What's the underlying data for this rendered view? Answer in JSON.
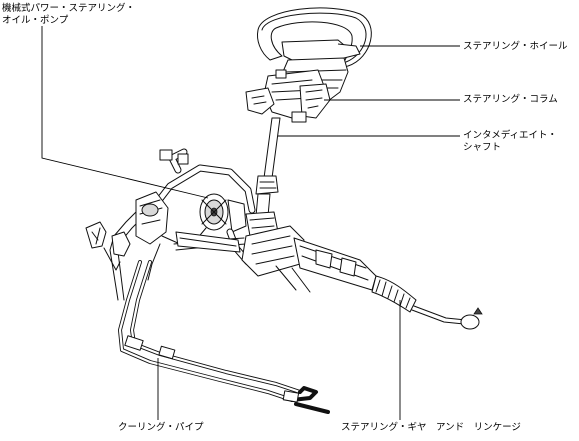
{
  "labels": {
    "pump_line1": "機械式パワー・ステアリング・",
    "pump_line2": "オイル・ポンプ",
    "steering_wheel": "ステアリング・ホイール",
    "steering_column": "ステアリング・コラム",
    "shaft_line1": "インタメディエイト・",
    "shaft_line2": "シャフト",
    "cooling_pipe": "クーリング・パイプ",
    "gear_linkage": "ステアリング・ギヤ　アンド　リンケージ"
  }
}
